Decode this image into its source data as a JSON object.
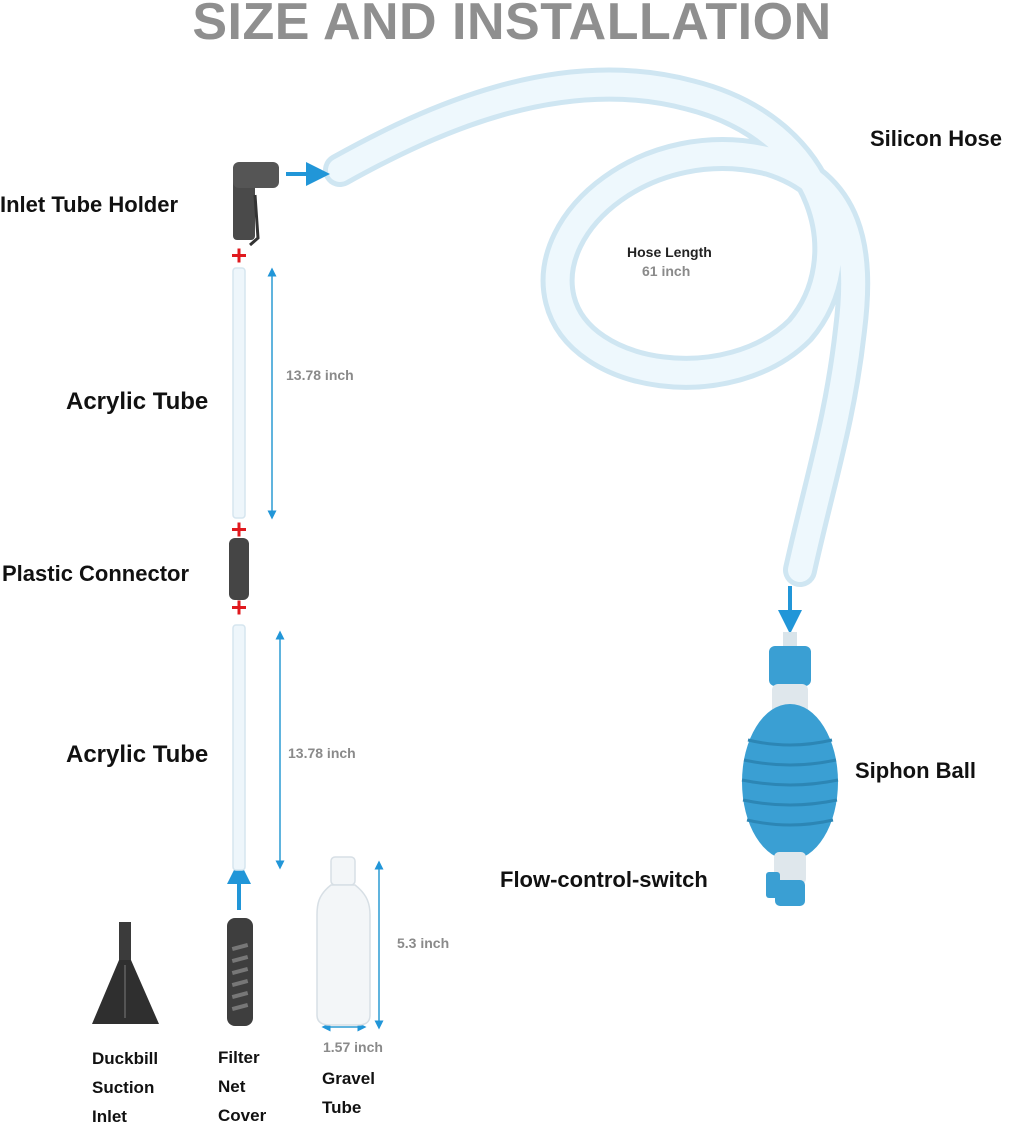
{
  "title": "SIZE AND INSTALLATION",
  "colors": {
    "title": "#8f8f8f",
    "arrow": "#2196d8",
    "plus": "#e0191e",
    "dark_part": "#4a4a4a",
    "hose": "#dceff8",
    "siphon_ball": "#3a9fd3"
  },
  "parts": {
    "silicon_hose": "Silicon Hose",
    "inlet_tube_holder": "Inlet Tube Holder",
    "acrylic_tube_upper": "Acrylic Tube",
    "plastic_connector": "Plastic Connector",
    "acrylic_tube_lower": "Acrylic Tube",
    "siphon_ball": "Siphon Ball",
    "flow_control_switch": "Flow-control-switch",
    "duckbill": [
      "Duckbill",
      "Suction",
      "Inlet"
    ],
    "filter_net": [
      "Filter",
      "Net",
      "Cover"
    ],
    "gravel_tube": [
      "Gravel",
      "Tube"
    ]
  },
  "measurements": {
    "hose_length_label": "Hose Length",
    "hose_length_value": "61 inch",
    "acrylic_upper": "13.78 inch",
    "acrylic_lower": "13.78 inch",
    "gravel_height": "5.3 inch",
    "gravel_width": "1.57 inch"
  },
  "icons": [
    "flow-arrow-icon",
    "plus-icon",
    "dimension-arrow-icon"
  ]
}
